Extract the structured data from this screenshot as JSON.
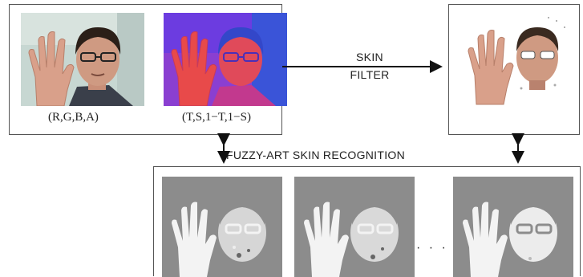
{
  "colors": {
    "border": "#555555",
    "arrow": "#111111",
    "skin_tone": "#d9a08a",
    "tsl_magenta": "#d23a7a",
    "tsl_blue": "#3b4fd6",
    "fuzzy_gray": "#8c8c8c",
    "fuzzy_white": "#f3f3f3"
  },
  "input_panel": {
    "rgb_formula": "(R,G,B,A)",
    "tsl_formula": "(T,S,1−T,1−S)"
  },
  "skin_filter": {
    "line1": "SKIN",
    "line2": "FILTER"
  },
  "fuzzy_panel": {
    "title": "FUZZY-ART SKIN RECOGNITION",
    "ellipsis": "· · · ·"
  },
  "icons": [
    "arrow-right-icon",
    "double-arrow-vertical-icon"
  ]
}
